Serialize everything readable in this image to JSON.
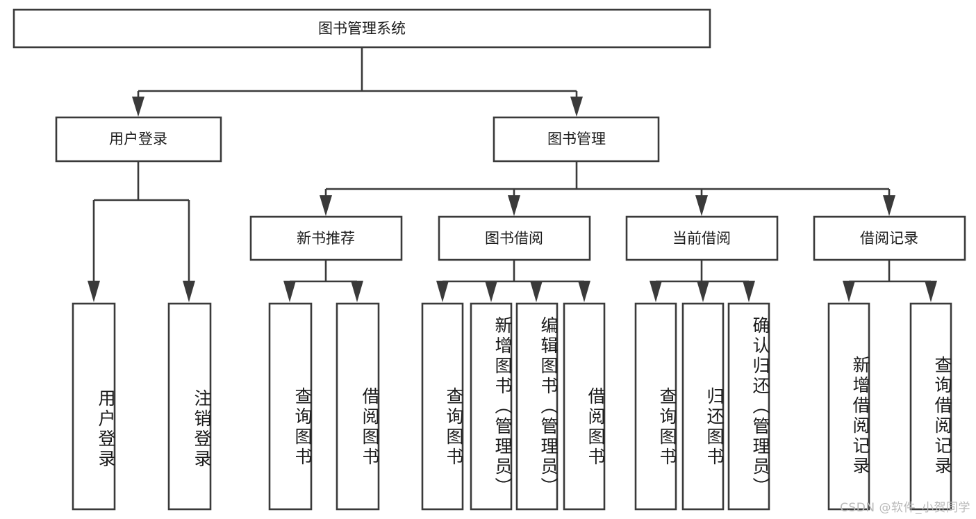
{
  "diagram": {
    "type": "tree",
    "title": "图书管理系统",
    "orientation": "top-down",
    "colors": {
      "box_stroke": "#3a3a3a",
      "box_fill": "#ffffff",
      "text": "#1b1b1b",
      "connector": "#3a3a3a",
      "background": "#ffffff",
      "watermark": "#b9b9b9"
    },
    "root": {
      "label": "图书管理系统"
    },
    "level1": [
      {
        "label": "用户登录"
      },
      {
        "label": "图书管理"
      }
    ],
    "level2": [
      {
        "label": "新书推荐"
      },
      {
        "label": "图书借阅"
      },
      {
        "label": "当前借阅"
      },
      {
        "label": "借阅记录"
      }
    ],
    "leaves": {
      "user_login": [
        {
          "label": "用户登录"
        },
        {
          "label": "注销登录"
        }
      ],
      "new_book_recommend": [
        {
          "label": "查询图书"
        },
        {
          "label": "借阅图书"
        }
      ],
      "book_borrow": [
        {
          "label": "查询图书"
        },
        {
          "label": "新增图书（管理员）"
        },
        {
          "label": "编辑图书（管理员）"
        },
        {
          "label": "借阅图书"
        }
      ],
      "current_borrow": [
        {
          "label": "查询图书"
        },
        {
          "label": "归还图书"
        },
        {
          "label": "确认归还（管理员）"
        }
      ],
      "borrow_record": [
        {
          "label": "新增借阅记录"
        },
        {
          "label": "查询借阅记录"
        }
      ]
    }
  },
  "watermark": {
    "text": "CSDN @软件_小贺同学"
  }
}
